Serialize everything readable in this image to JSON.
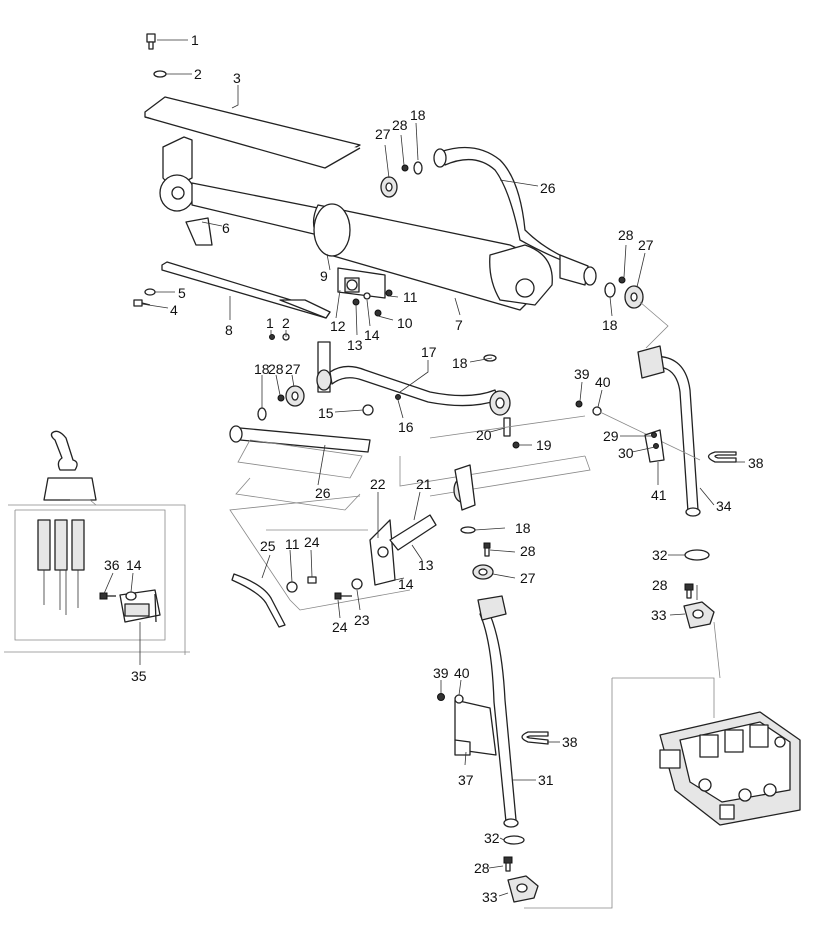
{
  "diagram": {
    "callouts": {
      "c1a": "1",
      "c2a": "2",
      "c3": "3",
      "c27a": "27",
      "c28a": "28",
      "c18a": "18",
      "c26a": "26",
      "c6": "6",
      "c28b": "28",
      "c27b": "27",
      "c9": "9",
      "c11a": "11",
      "c5": "5",
      "c4": "4",
      "c8": "8",
      "c12": "12",
      "c13a": "13",
      "c14a": "14",
      "c10": "10",
      "c7": "7",
      "c18b": "18",
      "c1b": "1",
      "c2b": "2",
      "c18c": "18",
      "c28c": "28",
      "c27c": "27",
      "c17": "17",
      "c18d": "18",
      "c39a": "39",
      "c40a": "40",
      "c15": "15",
      "c16": "16",
      "c20": "20",
      "c19": "19",
      "c29": "29",
      "c30": "30",
      "c38a": "38",
      "c26b": "26",
      "c22": "22",
      "c21": "21",
      "c41": "41",
      "c34": "34",
      "c18e": "18",
      "c25": "25",
      "c11b": "11",
      "c24a": "24",
      "c13b": "13",
      "c28d": "28",
      "c27d": "27",
      "c14b": "14",
      "c32a": "32",
      "c36": "36",
      "c14c": "14",
      "c24b": "24",
      "c23": "23",
      "c28e": "28",
      "c33a": "33",
      "c35": "35",
      "c39b": "39",
      "c40b": "40",
      "c38b": "38",
      "c37": "37",
      "c31": "31",
      "c32b": "32",
      "c28f": "28",
      "c33b": "33"
    }
  }
}
